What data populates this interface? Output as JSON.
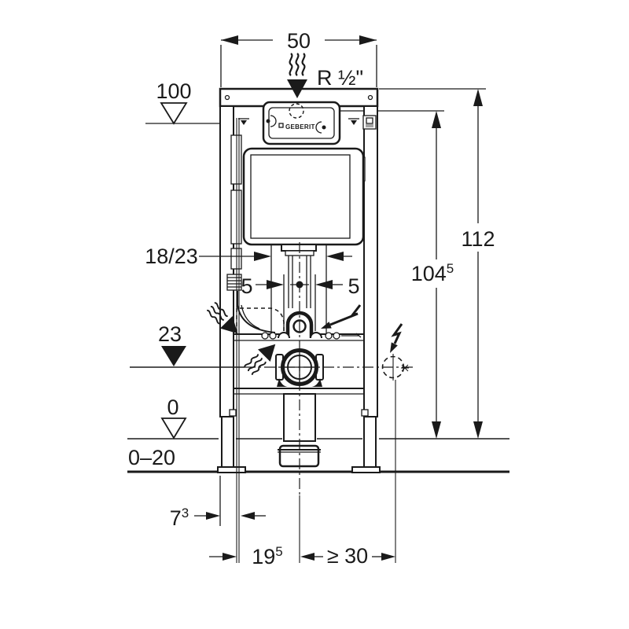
{
  "drawing": {
    "brand": "GEBERIT",
    "dims": {
      "width_top": "50",
      "water_connection": "R ½\"",
      "level_100": "100",
      "height_112": "112",
      "height_104": {
        "v": "104",
        "sup": "5"
      },
      "flush_pipe": "18/23",
      "offset_left_5": "5",
      "offset_right_5": "5",
      "drain_height_23": "23",
      "level_0": "0",
      "floor_range": "0–20",
      "front_7": {
        "v": "7",
        "sup": "3"
      },
      "supply_19": {
        "v": "19",
        "sup": "5"
      },
      "side_min_30": "≥ 30"
    },
    "colors": {
      "line": "#1a1a1a",
      "background": "#ffffff"
    }
  }
}
